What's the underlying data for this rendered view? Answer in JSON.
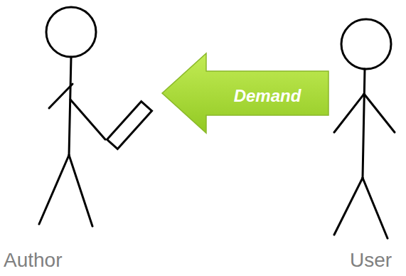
{
  "diagram": {
    "nodes": [
      {
        "text": [
          "Author"
        ]
      },
      {
        "text": [
          "User"
        ]
      }
    ],
    "edges": [
      {
        "from": 1,
        "to": 0,
        "arrow": "to",
        "label": "Demand"
      }
    ]
  }
}
